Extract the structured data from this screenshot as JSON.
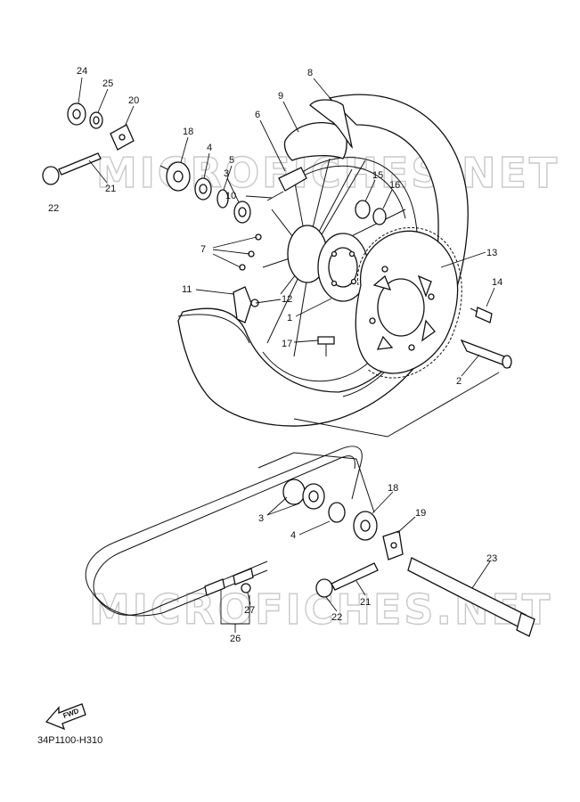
{
  "watermark": "MICROFICHES.NET",
  "fwd_text": "FWD",
  "diagram_code": "34P1100-H310",
  "callouts": [
    {
      "id": "c24",
      "text": "24"
    },
    {
      "id": "c25",
      "text": "25"
    },
    {
      "id": "c20",
      "text": "20"
    },
    {
      "id": "c18a",
      "text": "18"
    },
    {
      "id": "c4a",
      "text": "4"
    },
    {
      "id": "c5",
      "text": "5"
    },
    {
      "id": "c3a",
      "text": "3"
    },
    {
      "id": "c21a",
      "text": "21"
    },
    {
      "id": "c22a",
      "text": "22"
    },
    {
      "id": "c8",
      "text": "8"
    },
    {
      "id": "c9",
      "text": "9"
    },
    {
      "id": "c6",
      "text": "6"
    },
    {
      "id": "c10",
      "text": "10"
    },
    {
      "id": "c15",
      "text": "15"
    },
    {
      "id": "c16",
      "text": "16"
    },
    {
      "id": "c7",
      "text": "7"
    },
    {
      "id": "c13",
      "text": "13"
    },
    {
      "id": "c14",
      "text": "14"
    },
    {
      "id": "c11",
      "text": "11"
    },
    {
      "id": "c12",
      "text": "12"
    },
    {
      "id": "c1",
      "text": "1"
    },
    {
      "id": "c17",
      "text": "17"
    },
    {
      "id": "c2",
      "text": "2"
    },
    {
      "id": "c18b",
      "text": "18"
    },
    {
      "id": "c19",
      "text": "19"
    },
    {
      "id": "c3b",
      "text": "3"
    },
    {
      "id": "c4b",
      "text": "4"
    },
    {
      "id": "c23",
      "text": "23"
    },
    {
      "id": "c21b",
      "text": "21"
    },
    {
      "id": "c22b",
      "text": "22"
    },
    {
      "id": "c27",
      "text": "27"
    },
    {
      "id": "c26",
      "text": "26"
    }
  ]
}
